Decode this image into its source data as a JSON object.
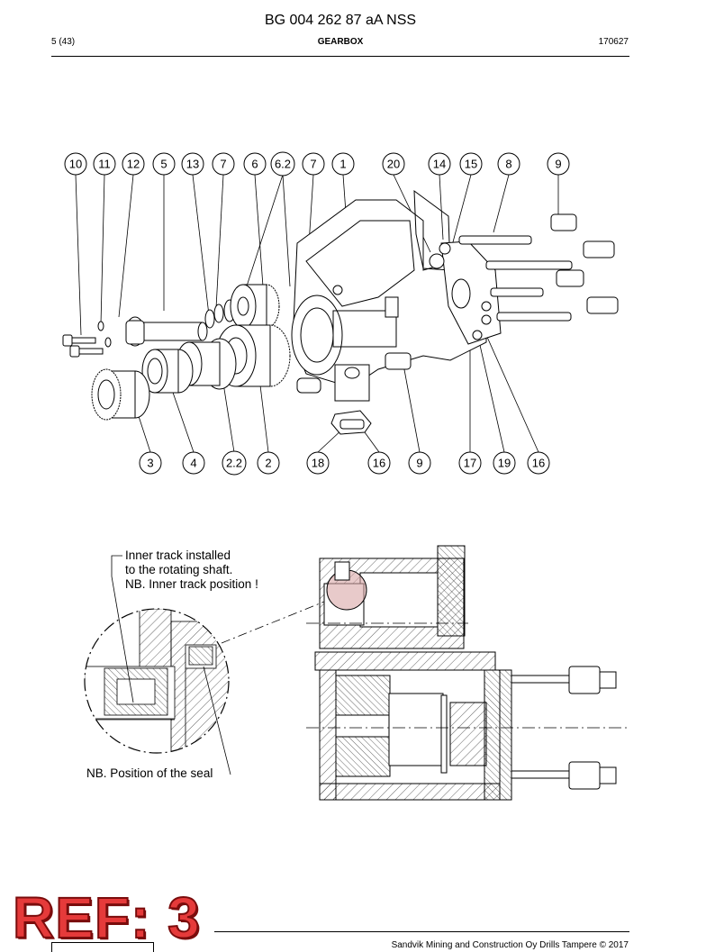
{
  "header": {
    "document_number": "BG 004 262 87 aA NSS",
    "page": "5 (43)",
    "section": "GEARBOX",
    "date": "170627"
  },
  "exploded_view": {
    "top_callouts": [
      "10",
      "11",
      "12",
      "5",
      "13",
      "7",
      "6",
      "6.2",
      "7",
      "1",
      "20",
      "14",
      "15",
      "8",
      "9"
    ],
    "bottom_callouts": [
      "3",
      "4",
      "2.2",
      "2",
      "18",
      "16",
      "9",
      "17",
      "19",
      "16"
    ]
  },
  "notes": {
    "inner_track": [
      "Inner track installed",
      "to the rotating shaft.",
      "NB. Inner track position !"
    ],
    "seal": "NB. Position of the seal"
  },
  "stamp": "REF: 3",
  "footer": {
    "copyright": "Sandvik Mining and Construction Oy Drills Tampere © 2017"
  }
}
